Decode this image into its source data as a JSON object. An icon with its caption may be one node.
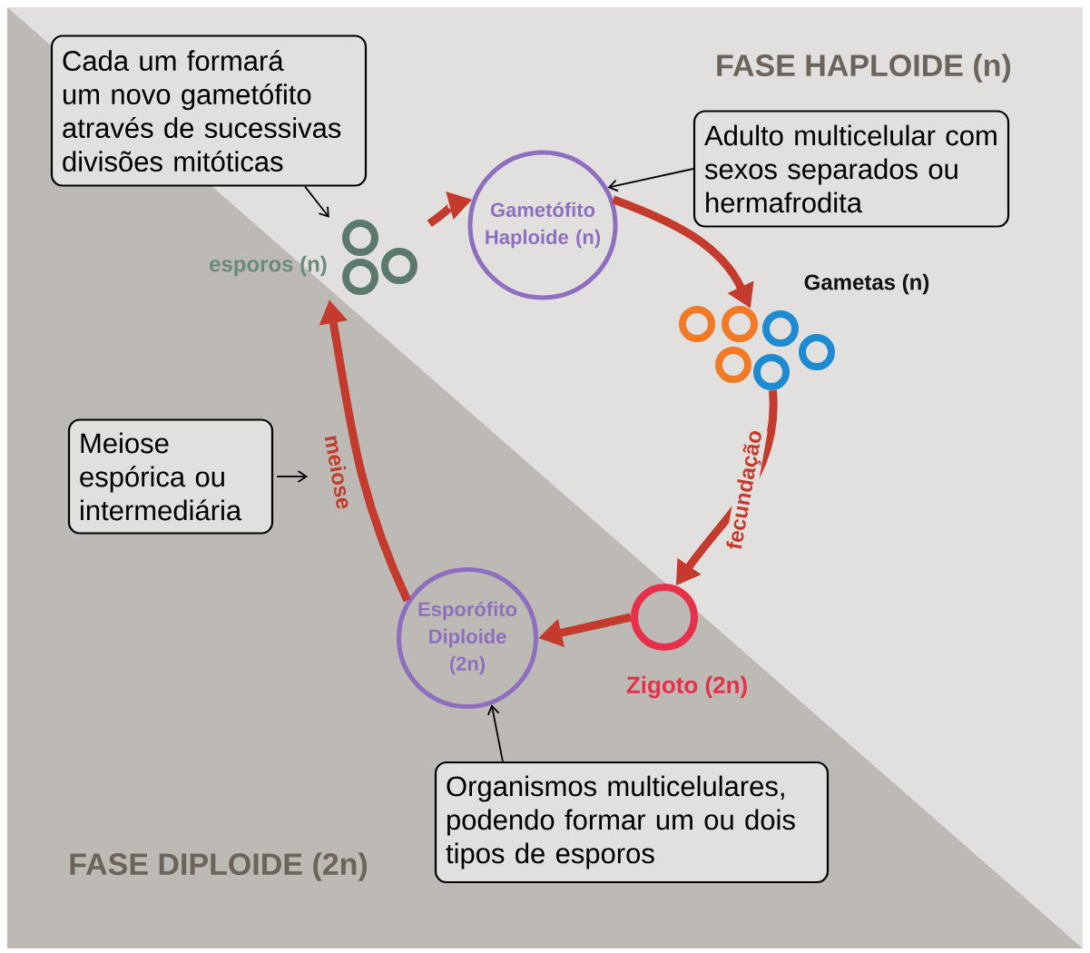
{
  "diagram": {
    "nodes": [
      {
        "text": [
          "Cada um formará um novo gametófito através de sucessivas divisões mitóticas"
        ]
      },
      {
        "text": [],
        "shape": "circle",
        "beside": [
          "esporos (n)"
        ]
      },
      {
        "text": [
          "Gametófito Haploide (n)"
        ]
      },
      {
        "text": [
          "Adulto multicelular com sexos separados ou hermafrodita"
        ]
      },
      {
        "text": [],
        "shape": "circle",
        "beside": [
          "Gametas (n)"
        ]
      },
      {
        "text": [],
        "shape": "circle",
        "beside": [
          "Zigoto (2n)"
        ]
      },
      {
        "text": [
          "Esporófito Diploide (2n)"
        ]
      },
      {
        "text": [
          "Meiose espórica ou intermediária"
        ]
      },
      {
        "text": [
          "Organismos multicelulares, podendo formar um ou dois tipos de esporos"
        ]
      }
    ],
    "edges": [
      {
        "from": 0,
        "to": 1,
        "arrow": "to",
        "color": "#000000"
      },
      {
        "from": 1,
        "to": 2,
        "arrow": "to"
      },
      {
        "from": 2,
        "to": 4,
        "arrow": "to"
      },
      {
        "from": 3,
        "to": 2,
        "arrow": "to",
        "color": "#000000"
      },
      {
        "from": 4,
        "to": 5,
        "arrow": "to",
        "label": "fecundação"
      },
      {
        "from": 5,
        "to": 6,
        "arrow": "to"
      },
      {
        "from": 6,
        "to": 1,
        "arrow": "to",
        "label": "meiose"
      },
      {
        "from": 7,
        "to": null,
        "arrow": "to",
        "color": "#000000"
      },
      {
        "from": 8,
        "to": 6,
        "arrow": "to",
        "color": "#000000"
      }
    ],
    "labels": [
      "FASE HAPLOIDE (n)",
      "FASE DIPLOIDE (2n)"
    ]
  }
}
